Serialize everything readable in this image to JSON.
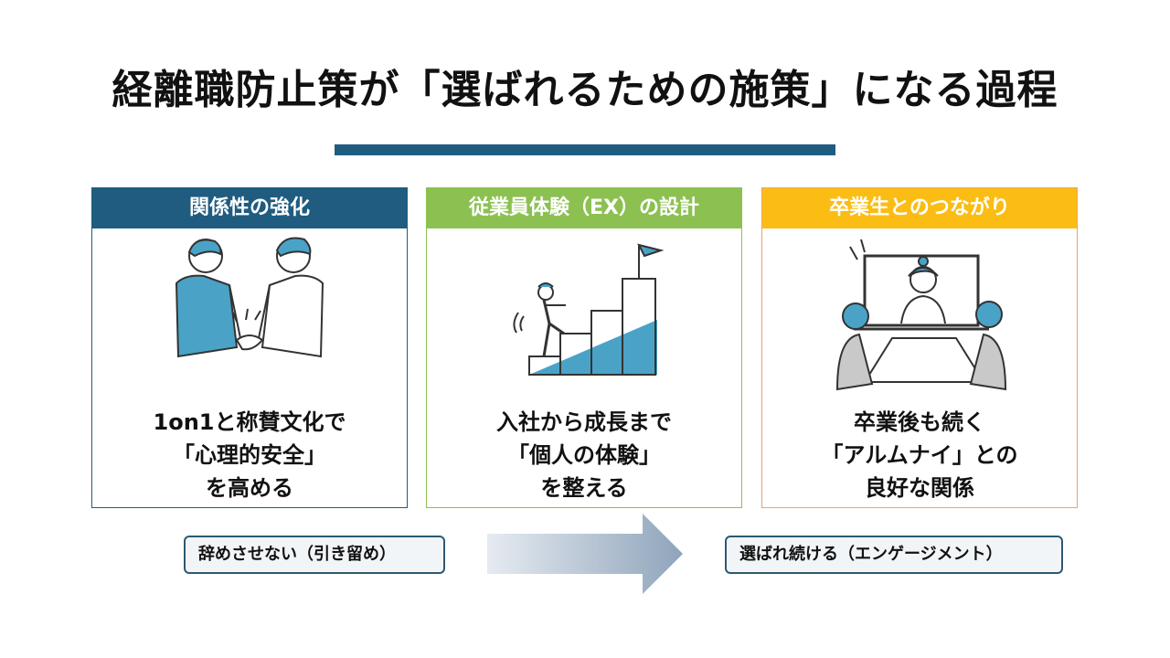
{
  "title": "経離職防止策が「選ばれるための施策」になる過程",
  "cards": [
    {
      "header": "関係性の強化",
      "lines": [
        "1on1と称賛文化で",
        "「心理的安全」",
        "を高める"
      ],
      "icon": "handshake-icon"
    },
    {
      "header": "従業員体験（EX）の設計",
      "lines": [
        "入社から成長まで",
        "「個人の体験」",
        "を整える"
      ],
      "icon": "stairs-flag-icon"
    },
    {
      "header": "卒業生とのつながり",
      "lines": [
        "卒業後も続く",
        "「アルムナイ」との",
        "良好な関係"
      ],
      "icon": "video-meeting-icon"
    }
  ],
  "bottom": {
    "left_label": "辞めさせない（引き留め）",
    "right_label": "選ばれ続ける（エンゲージメント）"
  },
  "colors": {
    "navy": "#1f5c80",
    "green": "#8cc152",
    "yellow": "#fbbd13",
    "orange_border": "#f0a070",
    "accent_blue": "#4aa3c7"
  }
}
